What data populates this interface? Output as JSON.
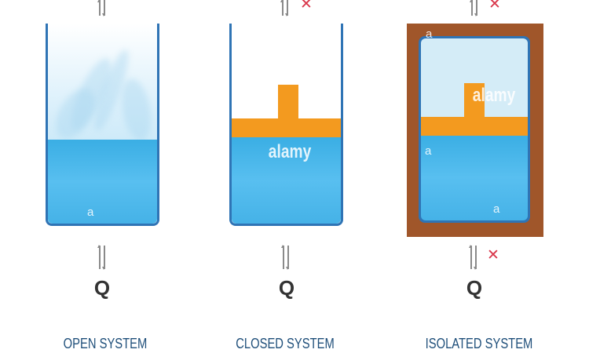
{
  "diagram": {
    "type": "thermodynamic systems comparison",
    "heat_symbol": "Q",
    "blocked_symbol": "✕",
    "watermark": "alamy",
    "colors": {
      "vessel_wall": "#2f74b5",
      "water": "#45b2e7",
      "piston": "#f39a1f",
      "insulation": "#a0562a",
      "inner_gas": "#d4ecf7",
      "blocked_mark": "#d9364a",
      "label_text": "#1f4f7a"
    },
    "systems": [
      {
        "label": "OPEN SYSTEM",
        "mass_exchange": true,
        "heat_exchange": true,
        "top_arrow_blocked": false,
        "bottom_arrow_blocked": false
      },
      {
        "label": "CLOSED SYSTEM",
        "mass_exchange": false,
        "heat_exchange": true,
        "top_arrow_blocked": true,
        "bottom_arrow_blocked": false
      },
      {
        "label": "ISOLATED SYSTEM",
        "mass_exchange": false,
        "heat_exchange": false,
        "top_arrow_blocked": true,
        "bottom_arrow_blocked": true
      }
    ]
  }
}
